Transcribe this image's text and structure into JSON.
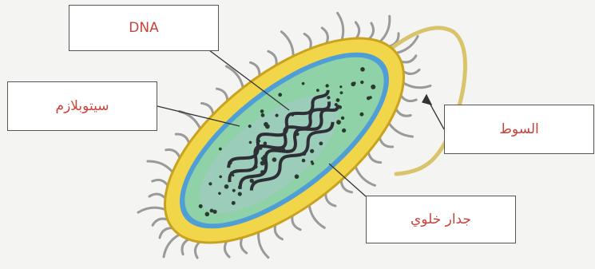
{
  "labels": {
    "dna": "DNA",
    "cytoplasm": "سيتوبلازم",
    "flagellum": "السوط",
    "cell_wall": "جدار خلوي"
  },
  "colors": {
    "label_text": "#c8433c",
    "cell_wall": "#f2d64a",
    "cell_wall_edge": "#c9a21f",
    "cytoplasm": "#8fd2a8",
    "membrane": "#4f9fd6",
    "nucleoid": "#2e2e36",
    "pili": "#9a9a9a"
  }
}
